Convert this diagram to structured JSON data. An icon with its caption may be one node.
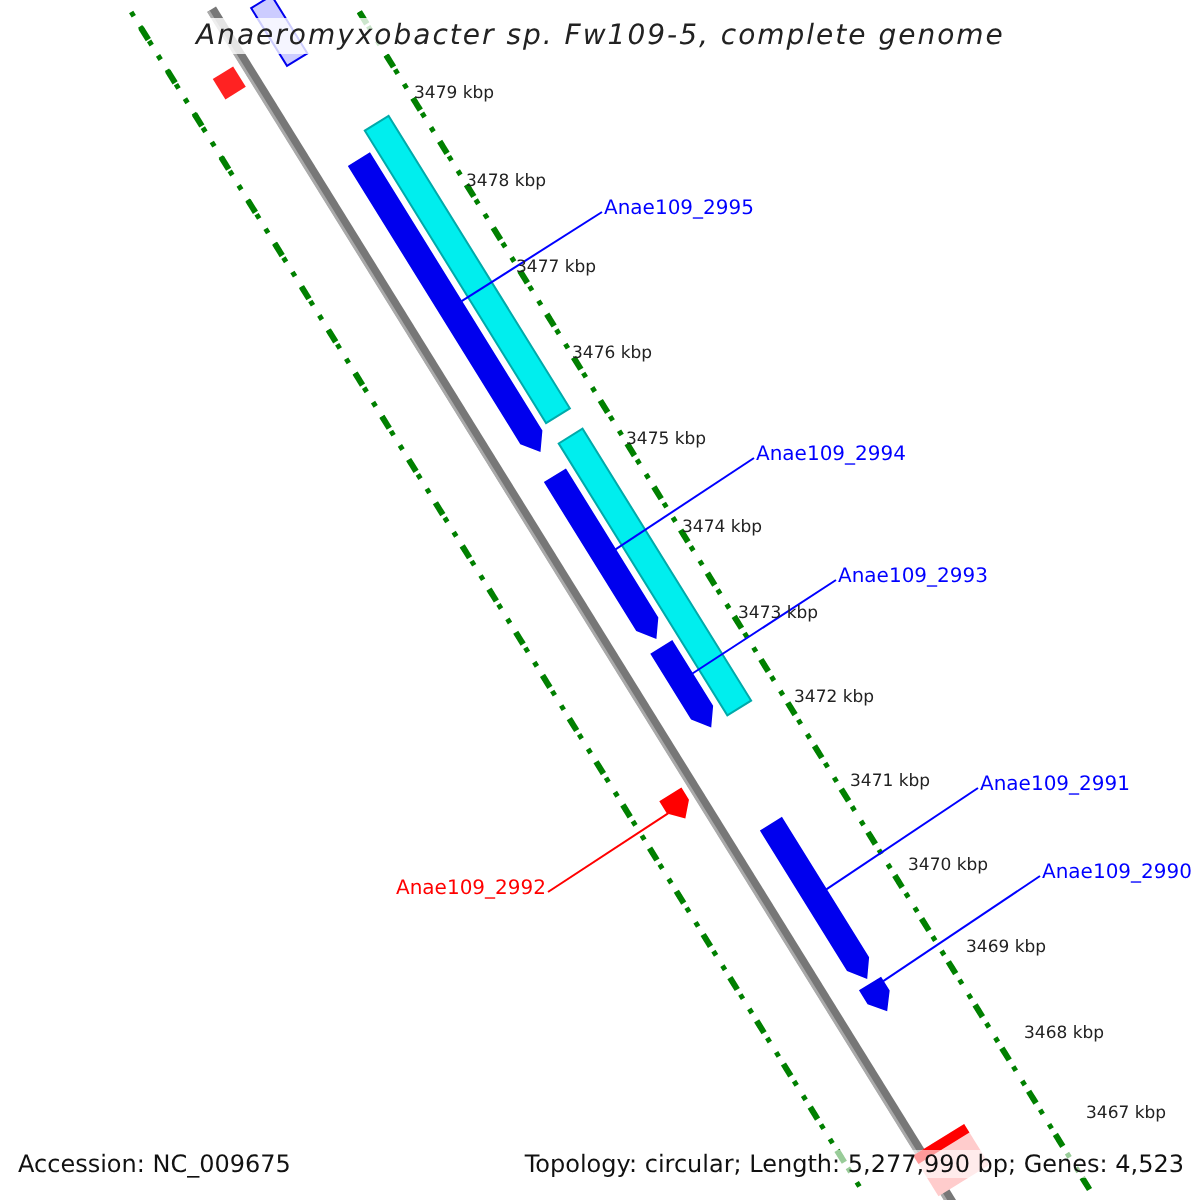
{
  "diagram": {
    "title": "Anaeromyxobacter sp. Fw109-5, complete genome",
    "nodes": [
      {
        "text": [
          "Anae109_2995"
        ]
      },
      {
        "text": [
          "Anae109_2994"
        ]
      },
      {
        "text": [
          "Anae109_2993"
        ]
      },
      {
        "text": [
          "Anae109_2992"
        ]
      },
      {
        "text": [
          "Anae109_2991"
        ]
      },
      {
        "text": [
          "Anae109_2990"
        ]
      },
      {
        "text": [],
        "shape": "arrow"
      },
      {
        "text": [],
        "shape": "arrow"
      },
      {
        "text": [],
        "shape": "arrow"
      },
      {
        "text": [],
        "shape": "arrow"
      },
      {
        "text": [],
        "shape": "arrow"
      },
      {
        "text": [],
        "shape": "arrow"
      }
    ],
    "edges": [
      {
        "from": 0,
        "to": 6,
        "arrow": "none"
      },
      {
        "from": 1,
        "to": 7,
        "arrow": "none"
      },
      {
        "from": 2,
        "to": 8,
        "arrow": "none"
      },
      {
        "from": 3,
        "to": 9,
        "arrow": "none",
        "color": "#ff0000"
      },
      {
        "from": 4,
        "to": 10,
        "arrow": "none"
      },
      {
        "from": 5,
        "to": 11,
        "arrow": "none"
      }
    ],
    "labels": [
      "3479 kbp",
      "3478 kbp",
      "3477 kbp",
      "3476 kbp",
      "3475 kbp",
      "3474 kbp",
      "3473 kbp",
      "3472 kbp",
      "3471 kbp",
      "3470 kbp",
      "3469 kbp",
      "3468 kbp",
      "3467 kbp",
      "Accession: NC_009675",
      "Topology: circular; Length: 5,277,990 bp; Genes: 4,523"
    ]
  }
}
